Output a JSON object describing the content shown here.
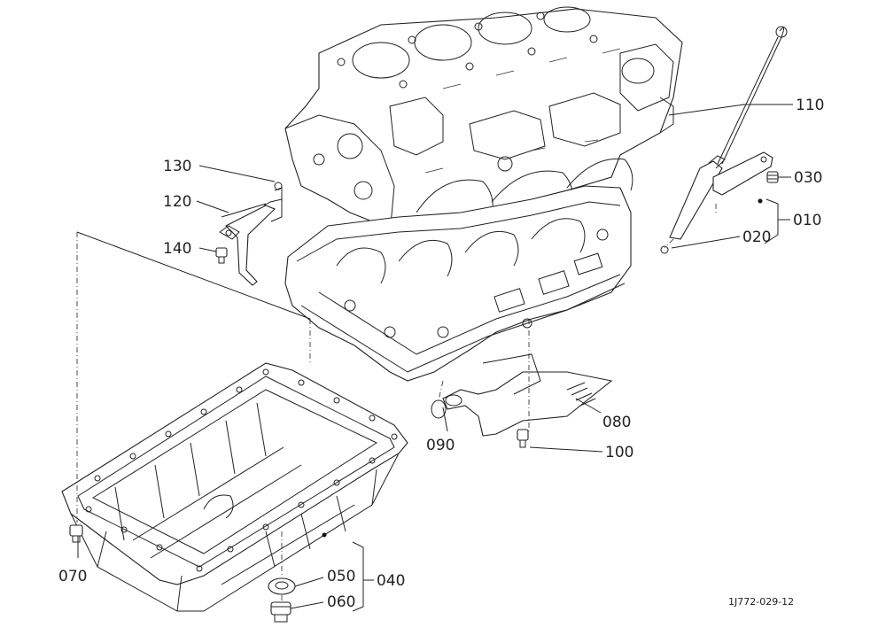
{
  "labels": {
    "p010": "010",
    "p020": "020",
    "p030": "030",
    "p040": "040",
    "p050": "050",
    "p060": "060",
    "p070": "070",
    "p080": "080",
    "p090": "090",
    "p100": "100",
    "p110": "110",
    "p120": "120",
    "p130": "130",
    "p140": "140"
  },
  "reference_code": "1J772-029-12"
}
